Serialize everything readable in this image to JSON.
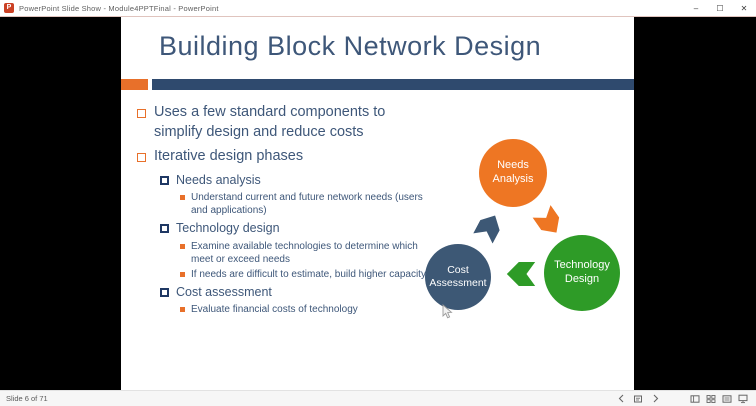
{
  "titlebar": {
    "app_icon_letter": "P",
    "title": "PowerPoint Slide Show  -  Module4PPTFinal  -  PowerPoint",
    "minimize": "–",
    "maximize": "☐",
    "close": "✕"
  },
  "slide": {
    "title": "Building Block Network Design",
    "bullets": [
      {
        "level": 1,
        "text": "Uses a few standard components to simplify design and reduce costs"
      },
      {
        "level": 1,
        "text": "Iterative design phases"
      },
      {
        "level": 2,
        "text": "Needs analysis"
      },
      {
        "level": 3,
        "text": "Understand current and future network needs (users and applications)"
      },
      {
        "level": 2,
        "text": "Technology design"
      },
      {
        "level": 3,
        "text": "Examine available technologies to determine which meet or exceed needs"
      },
      {
        "level": 3,
        "text": "If needs are difficult to estimate, build higher capacity"
      },
      {
        "level": 2,
        "text": "Cost assessment"
      },
      {
        "level": 3,
        "text": "Evaluate financial costs of technology"
      }
    ],
    "diagram": {
      "needs_label": "Needs\nAnalysis",
      "technology_label": "Technology\nDesign",
      "cost_label": "Cost\nAssessment",
      "colors": {
        "needs": "#EE7623",
        "technology": "#2E9B27",
        "cost": "#3D5875"
      }
    },
    "accent_colors": {
      "title_navy": "#3E5779",
      "bar_navy": "#2F4A6E",
      "bullet_orange": "#E8702A"
    }
  },
  "statusbar": {
    "slide_indicator": "Slide 6 of 71",
    "icons": [
      "prev-slide",
      "slide-menu",
      "next-slide",
      "normal-view",
      "slide-sorter",
      "reading-view",
      "slideshow-view"
    ]
  }
}
